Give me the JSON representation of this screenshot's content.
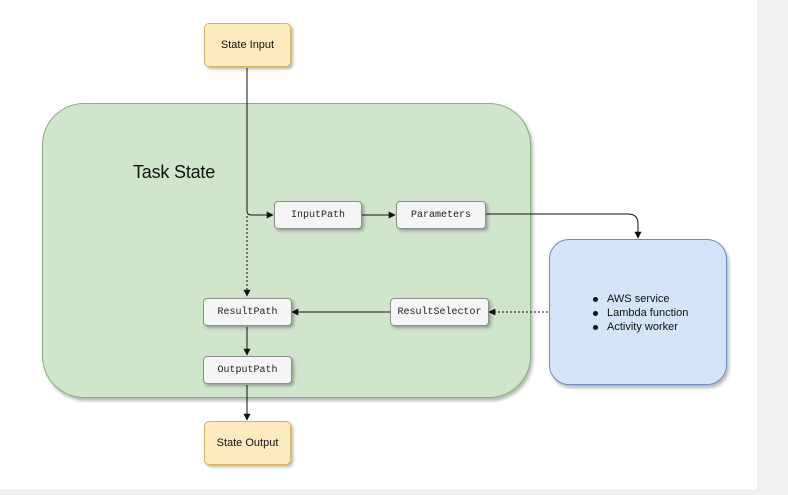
{
  "diagram": {
    "task_state_label": "Task State",
    "nodes": {
      "state_input": "State Input",
      "input_path": "InputPath",
      "parameters": "Parameters",
      "result_selector": "ResultSelector",
      "result_path": "ResultPath",
      "output_path": "OutputPath",
      "state_output": "State Output"
    },
    "service": {
      "items": [
        "AWS service",
        "Lambda function",
        "Activity worker"
      ]
    }
  },
  "colors": {
    "task_fill": "#d1e5cd",
    "task_stroke": "#86b27d",
    "state_fill": "#fdebbf",
    "state_stroke": "#d6b656",
    "path_fill": "#f5f5f5",
    "path_stroke": "#8f8f8f",
    "service_fill": "#d6e4fa",
    "service_stroke": "#6c8ebf",
    "edge": "#111111"
  }
}
